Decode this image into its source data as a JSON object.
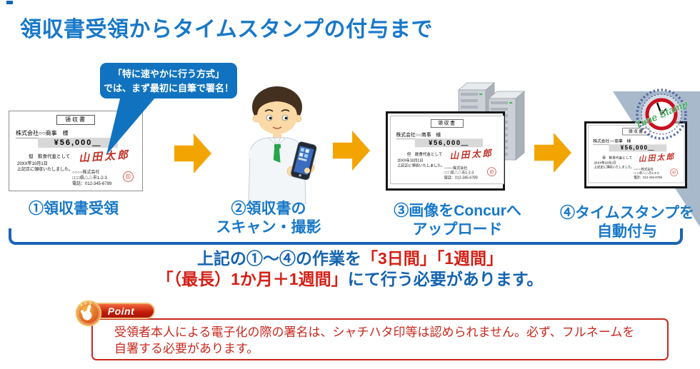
{
  "title": "領収書受領からタイムスタンプの付与まで",
  "bubble": {
    "line1": "「特に速やかに行う方式」",
    "line2": "では、まず最初に自筆で署名！"
  },
  "receipt": {
    "doc_title": "領収書",
    "addressee": "株式会社○○商事　様",
    "amount": "¥56,000＿",
    "note": "但　飲食代金として",
    "date": "20XX年10月1日",
    "statement": "上記正に領収いたしました。",
    "signature": "山田太郎",
    "issuer_name": "○○○○株式会社",
    "issuer_address": "□□□県△△市1-2-3",
    "issuer_phone": "電話：012-345-6789",
    "stamp": "印"
  },
  "steps": [
    {
      "line1": "①領収書受領",
      "line2": ""
    },
    {
      "line1": "②領収書の",
      "line2": "スキャン・撮影"
    },
    {
      "line1": "③画像をConcurへ",
      "line2": "アップロード"
    },
    {
      "line1": "④タイムスタンプを",
      "line2": "自動付与"
    }
  ],
  "seal": {
    "label": "Time Stamp"
  },
  "summary": {
    "line1": [
      {
        "t": "上記の①～④の作業を",
        "c": "blue"
      },
      {
        "t": "「3日間」「1週間」",
        "c": "red"
      }
    ],
    "line2": [
      {
        "t": "「（最長）1か月＋1週間」",
        "c": "red"
      },
      {
        "t": "にて行う必要があります。",
        "c": "blue"
      }
    ]
  },
  "point": {
    "badge": "Point",
    "line1": "受領者本人による電子化の際の署名は、シャチハタ印等は認められません。必ず、フルネームを",
    "line2": "自署する必要があります。"
  },
  "colors": {
    "title_blue": "#1878c8",
    "label_blue": "#1878c8",
    "summary_blue": "#1563b0",
    "summary_red": "#d41f15",
    "bubble_blue": "#1173bf",
    "arrow_orange": "#f2a500",
    "point_red": "#c8281e",
    "bracket_blue": "#1b63b5",
    "seal_green": "#2aa33c",
    "corner_gray_blue": "#a7b9ca"
  }
}
